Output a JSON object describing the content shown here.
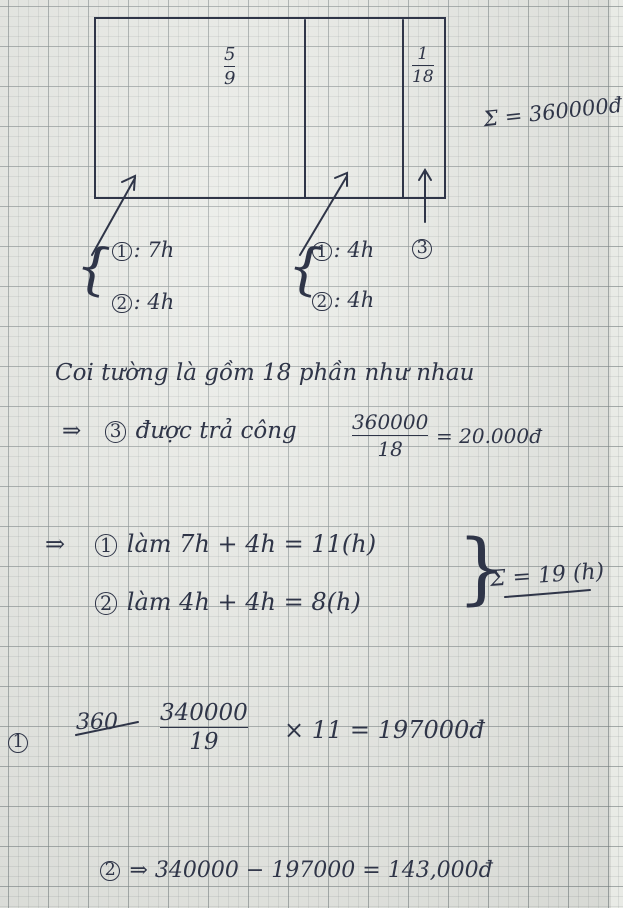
{
  "diagram": {
    "fraction_left": {
      "num": "5",
      "den": "9"
    },
    "fraction_right": {
      "num": "1",
      "den": "18"
    },
    "total": "Σ = 360000đ",
    "label1_w1": "7h",
    "label1_w2": "4h",
    "label2_w1": "4h",
    "label2_w2": "4h",
    "label3": "3"
  },
  "text": {
    "line1": "Coi tường là gồm 18 phần như nhau",
    "line2_pre": "⇒",
    "line2_circle": "3",
    "line2_mid": "được trả công",
    "line2_num": "360000",
    "line2_den": "18",
    "line2_res": "= 20.000đ",
    "line3_circle": "1",
    "line3": "làm 7h + 4h = 11(h)",
    "line4_circle": "2",
    "line4": "làm 4h + 4h = 8(h)",
    "sum": "Σ = 19 (h)",
    "calc1_circle": "1",
    "calc1_struck": "360",
    "calc1_num": "340000",
    "calc1_den": "19",
    "calc1_rest": "× 11 = 197000đ",
    "calc2_circle": "2",
    "calc2": "⇒ 340000 − 197000 = 143,000đ"
  }
}
